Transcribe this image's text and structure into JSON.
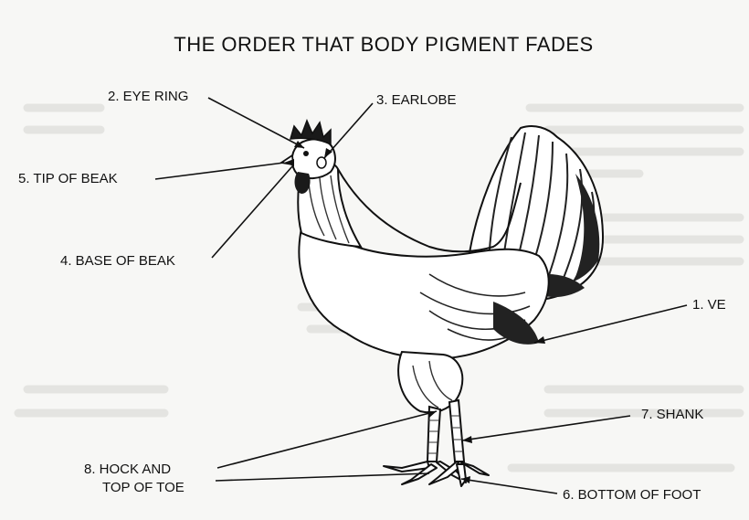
{
  "title": "THE ORDER THAT BODY PIGMENT FADES",
  "labels": {
    "eye_ring": "2. EYE RING",
    "earlobe": "3. EARLOBE",
    "tip_of_beak": "5. TIP OF BEAK",
    "base_of_beak": "4. BASE OF BEAK",
    "vent": "1. VE",
    "shank": "7. SHANK",
    "hock_line1": "8. HOCK AND",
    "hock_line2": "TOP OF TOE",
    "bottom_of_foot": "6. BOTTOM OF FOOT"
  }
}
